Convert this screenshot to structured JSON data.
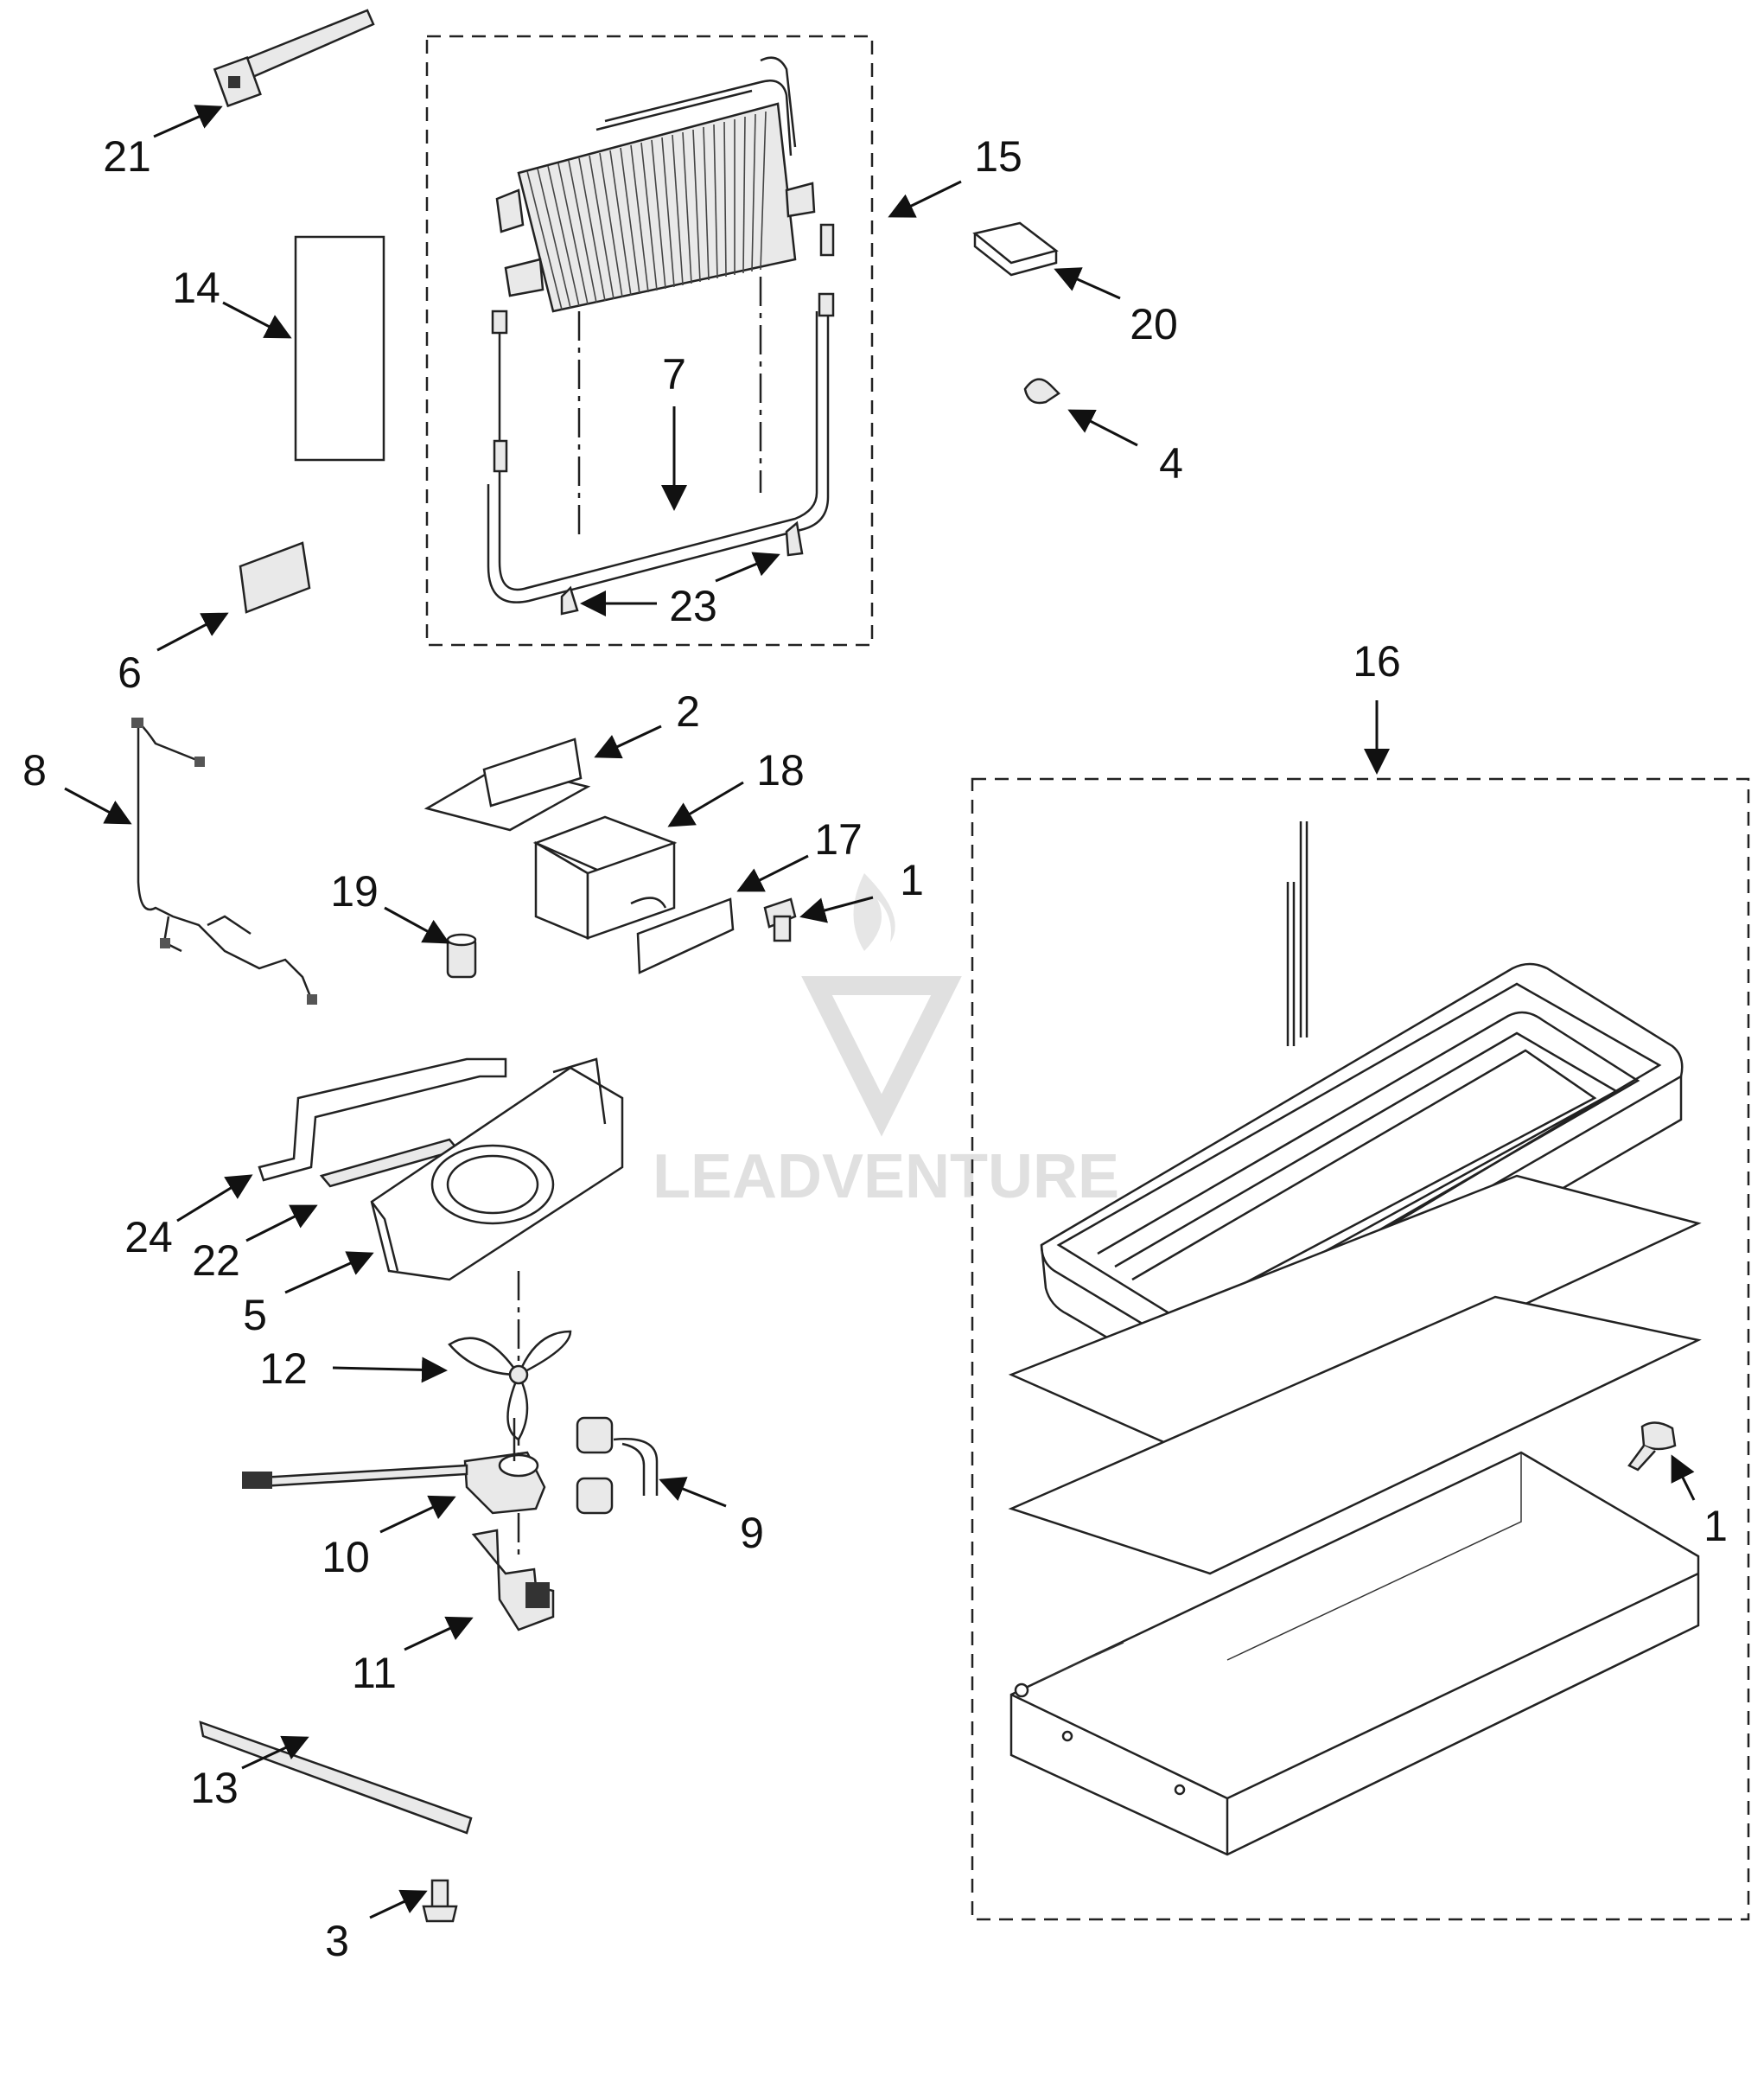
{
  "diagram": {
    "watermark": "LEADVENTURE",
    "callouts": [
      {
        "id": "c1a",
        "text": "1"
      },
      {
        "id": "c1b",
        "text": "1"
      },
      {
        "id": "c2",
        "text": "2"
      },
      {
        "id": "c3",
        "text": "3"
      },
      {
        "id": "c4",
        "text": "4"
      },
      {
        "id": "c5",
        "text": "5"
      },
      {
        "id": "c6",
        "text": "6"
      },
      {
        "id": "c7",
        "text": "7"
      },
      {
        "id": "c8",
        "text": "8"
      },
      {
        "id": "c9",
        "text": "9"
      },
      {
        "id": "c10",
        "text": "10"
      },
      {
        "id": "c11",
        "text": "11"
      },
      {
        "id": "c12",
        "text": "12"
      },
      {
        "id": "c13",
        "text": "13"
      },
      {
        "id": "c14",
        "text": "14"
      },
      {
        "id": "c15",
        "text": "15"
      },
      {
        "id": "c16",
        "text": "16"
      },
      {
        "id": "c17",
        "text": "17"
      },
      {
        "id": "c18",
        "text": "18"
      },
      {
        "id": "c19",
        "text": "19"
      },
      {
        "id": "c20",
        "text": "20"
      },
      {
        "id": "c21",
        "text": "21"
      },
      {
        "id": "c22",
        "text": "22"
      },
      {
        "id": "c23",
        "text": "23"
      },
      {
        "id": "c24",
        "text": "24"
      }
    ]
  }
}
